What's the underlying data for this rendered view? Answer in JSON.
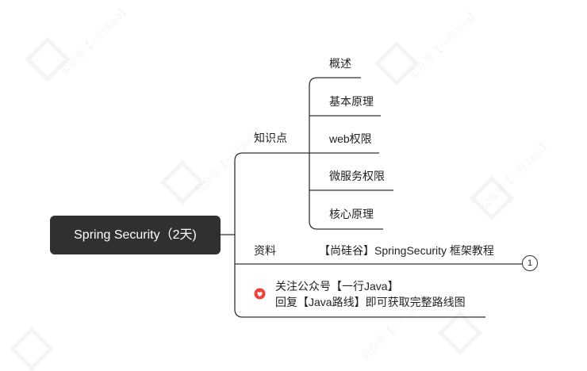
{
  "mindmap": {
    "root": "Spring Security（2天)",
    "branches": {
      "knowledge": {
        "label": "知识点",
        "children": [
          "概述",
          "基本原理",
          "web权限",
          "微服务权限",
          "核心原理"
        ]
      },
      "materials": {
        "label": "资料",
        "link_text": "【尚硅谷】SpringSecurity 框架教程",
        "badge": "1"
      },
      "note": {
        "icon": "heart-icon",
        "line1": "关注公众号【一行Java】",
        "line2": "回复【Java路线】即可获取完整路线图"
      }
    }
  },
  "watermark": "公众号【一行Java】",
  "colors": {
    "root_bg": "#303030",
    "line": "#333333",
    "heart": "#e8453c"
  }
}
